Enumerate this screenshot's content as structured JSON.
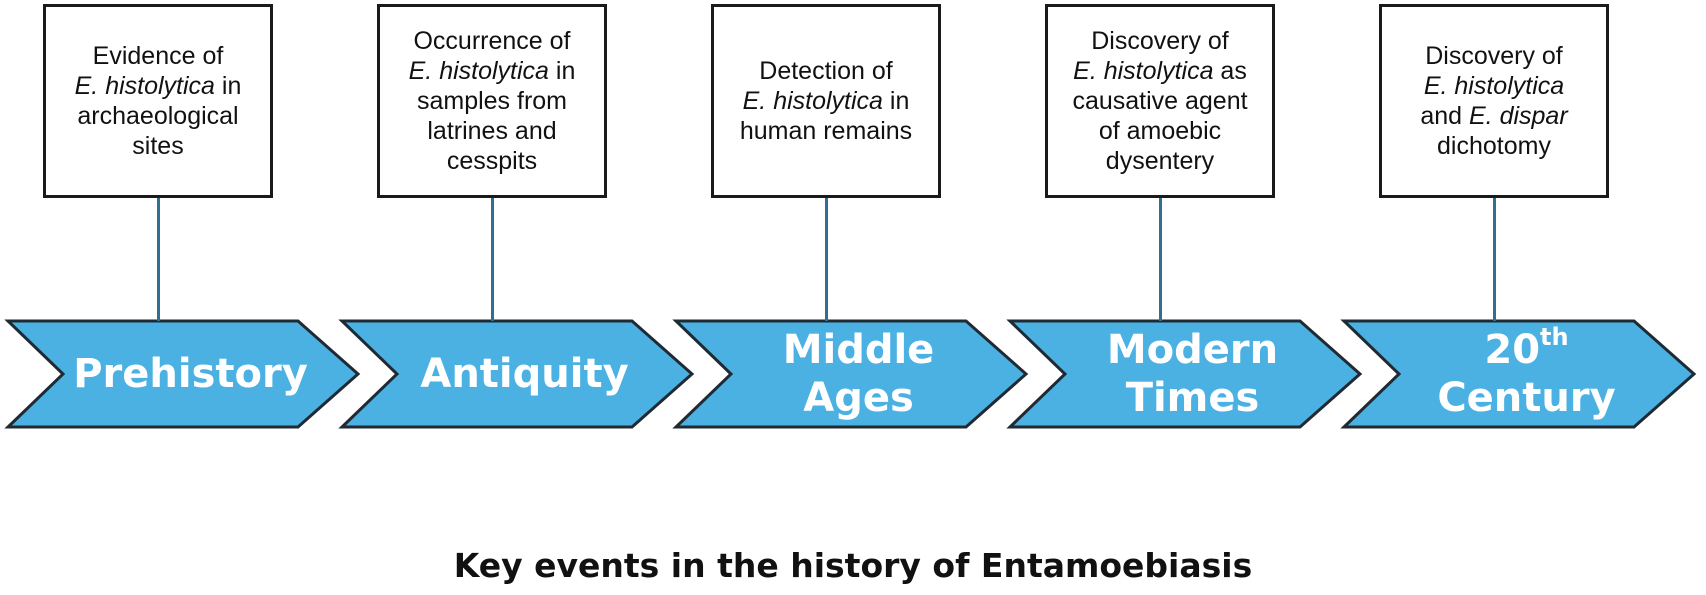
{
  "title": "Key events in the history of Entamoebiasis",
  "colors": {
    "arrow_fill": "#4bb1e3",
    "arrow_stroke": "#1f2a33",
    "connector": "#2e6f94",
    "box_border": "#1a1a1a",
    "text": "#111111",
    "label_text": "#ffffff"
  },
  "stages": [
    {
      "era": {
        "lines": [
          "Prehistory"
        ]
      },
      "event": [
        [
          {
            "text": "Evidence of"
          }
        ],
        [
          {
            "text": "E. histolytica",
            "italic": true
          },
          {
            "text": " in"
          }
        ],
        [
          {
            "text": "archaeological"
          }
        ],
        [
          {
            "text": "sites"
          }
        ]
      ]
    },
    {
      "era": {
        "lines": [
          "Antiquity"
        ]
      },
      "event": [
        [
          {
            "text": "Occurrence of"
          }
        ],
        [
          {
            "text": "E. histolytica",
            "italic": true
          },
          {
            "text": " in"
          }
        ],
        [
          {
            "text": "samples from"
          }
        ],
        [
          {
            "text": "latrines and"
          }
        ],
        [
          {
            "text": "cesspits"
          }
        ]
      ]
    },
    {
      "era": {
        "lines": [
          "Middle",
          "Ages"
        ]
      },
      "event": [
        [
          {
            "text": "Detection of"
          }
        ],
        [
          {
            "text": "E. histolytica",
            "italic": true
          },
          {
            "text": " in"
          }
        ],
        [
          {
            "text": "human remains"
          }
        ]
      ]
    },
    {
      "era": {
        "lines": [
          "Modern",
          "Times"
        ]
      },
      "event": [
        [
          {
            "text": "Discovery of"
          }
        ],
        [
          {
            "text": "E. histolytica",
            "italic": true
          },
          {
            "text": " as"
          }
        ],
        [
          {
            "text": "causative agent"
          }
        ],
        [
          {
            "text": "of amoebic"
          }
        ],
        [
          {
            "text": "dysentery"
          }
        ]
      ]
    },
    {
      "era": {
        "lines": [
          "20",
          "Century"
        ],
        "superscript": "th"
      },
      "event": [
        [
          {
            "text": "Discovery of"
          }
        ],
        [
          {
            "text": "E. histolytica",
            "italic": true
          }
        ],
        [
          {
            "text": "and "
          },
          {
            "text": "E. dispar",
            "italic": true
          }
        ],
        [
          {
            "text": "dichotomy"
          }
        ]
      ]
    }
  ]
}
